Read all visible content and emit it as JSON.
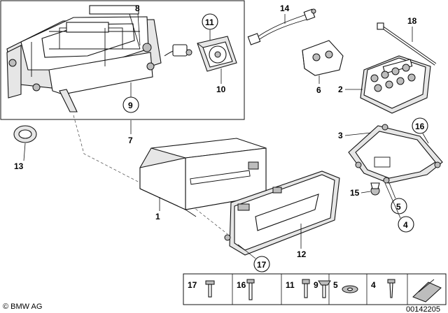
{
  "callouts": {
    "c8": "8",
    "c9": "9",
    "c7": "7",
    "c11": "11",
    "c10": "10",
    "c14": "14",
    "c6": "6",
    "c18": "18",
    "c2": "2",
    "c3": "3",
    "c16": "16",
    "c13": "13",
    "c1": "1",
    "c15": "15",
    "c5": "5",
    "c4": "4",
    "c12": "12",
    "c17": "17"
  },
  "legend": {
    "items": [
      "17",
      "16",
      "11",
      "9",
      "5",
      "4"
    ]
  },
  "footer": {
    "copyright": "© BMW AG",
    "diagram_number": "00142205"
  }
}
